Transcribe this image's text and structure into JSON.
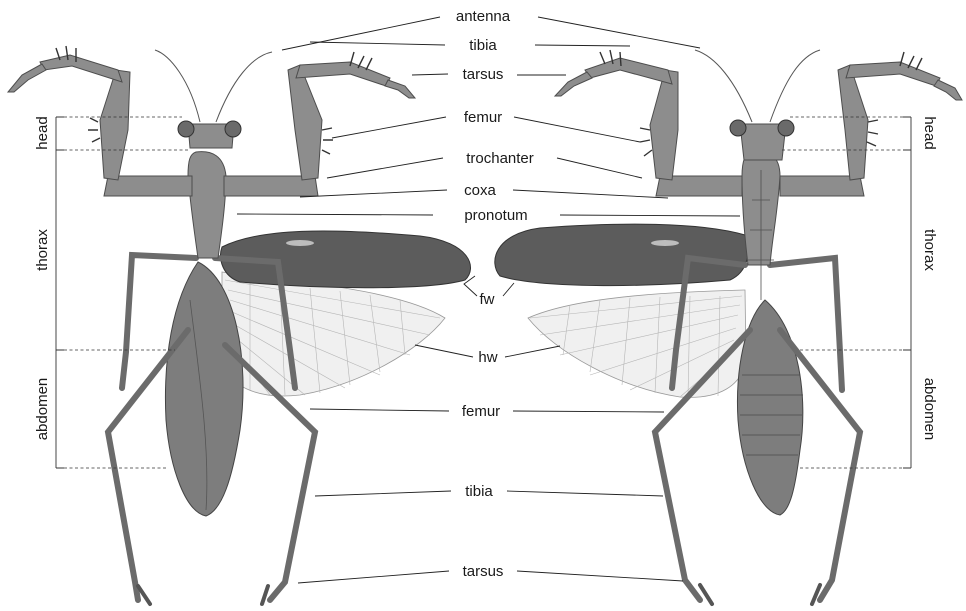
{
  "labels": {
    "antenna": "antenna",
    "tibia_fore": "tibia",
    "tarsus_fore": "tarsus",
    "femur_fore": "femur",
    "trochanter": "trochanter",
    "coxa": "coxa",
    "pronotum": "pronotum",
    "fw": "fw",
    "hw": "hw",
    "femur_hind": "femur",
    "tibia_hind": "tibia",
    "tarsus_hind": "tarsus"
  },
  "regions": {
    "head": "head",
    "thorax": "thorax",
    "abdomen": "abdomen"
  },
  "colors": {
    "insect_body": "#7d7d7d",
    "forewing": "#5c5c5c",
    "hindwing": "#f0f0f0",
    "lines": "#222222"
  }
}
